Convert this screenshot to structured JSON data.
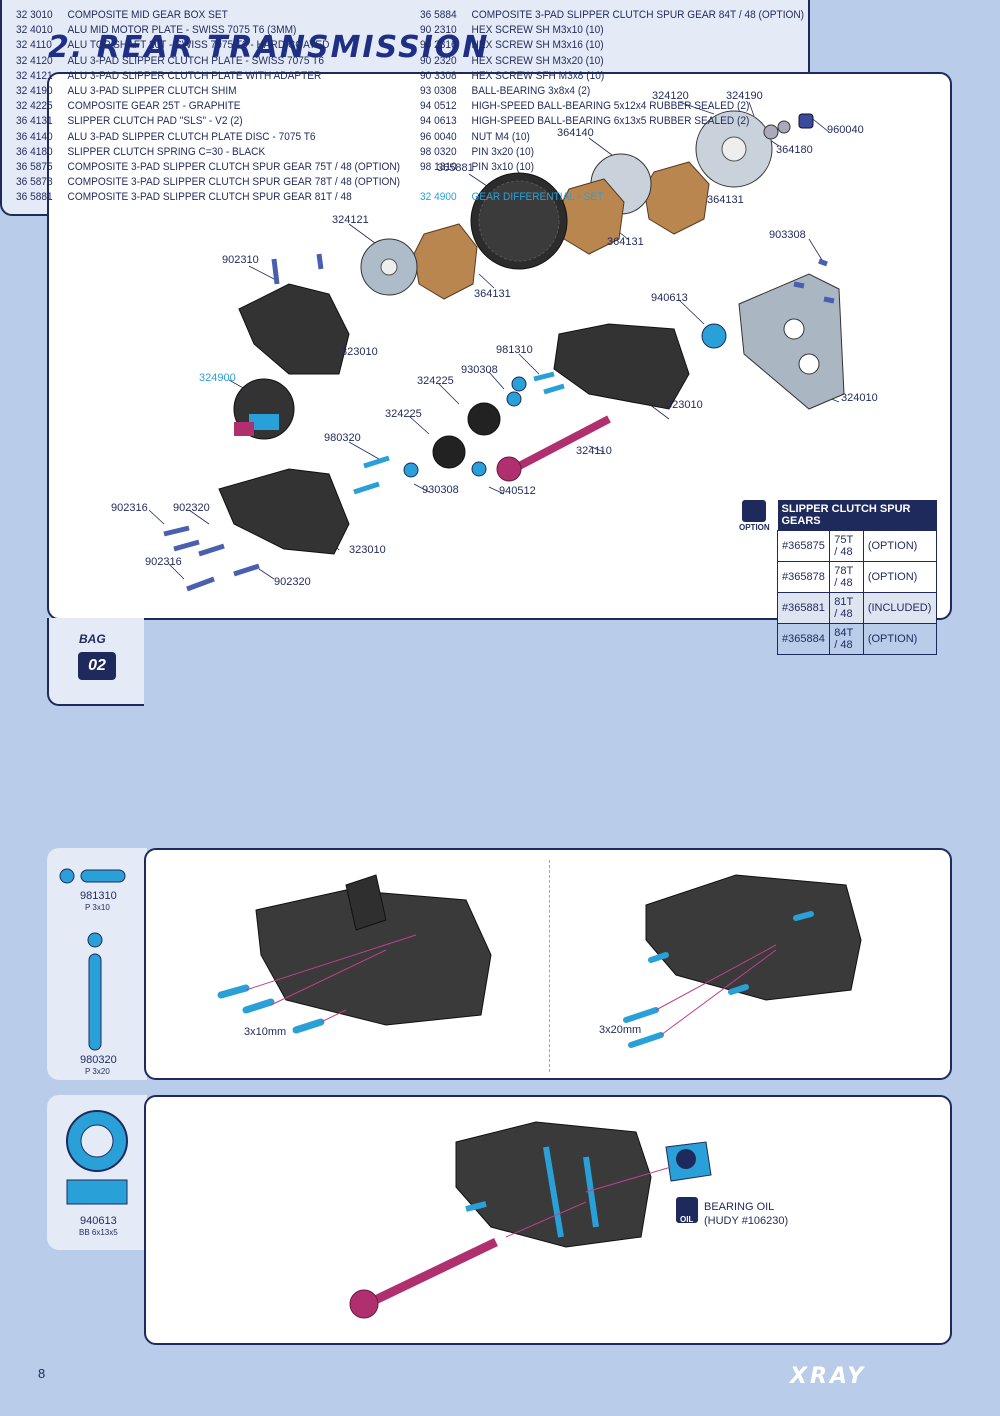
{
  "title": "2. REAR TRANSMISSION",
  "page_number": "8",
  "logo": "XRAY",
  "colors": {
    "accent": "#2aa0d8",
    "navy": "#1f2a5c",
    "background": "#b9cce9",
    "pink": "#b0306f",
    "bronze": "#b08050"
  },
  "diagram_labels": [
    "324120",
    "324190",
    "960040",
    "364180",
    "364140",
    "365881",
    "364131",
    "364131",
    "364131",
    "324121",
    "902310",
    "323010",
    "903308",
    "940613",
    "981310",
    "930308",
    "324225",
    "324900",
    "323010",
    "324010",
    "324225",
    "980320",
    "324110",
    "930308",
    "940512",
    "902316",
    "902320",
    "323010",
    "902316",
    "902320"
  ],
  "spur_table": {
    "header": "SLIPPER CLUTCH SPUR GEARS",
    "option_label": "OPTION",
    "rows": [
      {
        "code": "#365875",
        "teeth": "75T / 48",
        "status": "(OPTION)"
      },
      {
        "code": "#365878",
        "teeth": "78T / 48",
        "status": "(OPTION)"
      },
      {
        "code": "#365881",
        "teeth": "81T / 48",
        "status": "(INCLUDED)"
      },
      {
        "code": "#365884",
        "teeth": "84T / 48",
        "status": "(OPTION)"
      }
    ]
  },
  "bag": {
    "label": "BAG",
    "number": "02"
  },
  "parts_left": [
    {
      "code": "32 3010",
      "desc": "COMPOSITE MID GEAR BOX SET"
    },
    {
      "code": "32 4010",
      "desc": "ALU MID MOTOR PLATE - SWISS 7075 T6 (3MM)"
    },
    {
      "code": "32 4110",
      "desc": "ALU TOP SHAFT 20T - SWISS 7075 T6 - HARD COATED"
    },
    {
      "code": "32 4120",
      "desc": "ALU 3-PAD SLIPPER CLUTCH PLATE - SWISS 7075 T6"
    },
    {
      "code": "32 4121",
      "desc": "ALU 3-PAD SLIPPER CLUTCH PLATE WITH ADAPTER"
    },
    {
      "code": "32 4190",
      "desc": "ALU 3-PAD SLIPPER CLUTCH SHIM"
    },
    {
      "code": "32 4225",
      "desc": "COMPOSITE GEAR 25T - GRAPHITE"
    },
    {
      "code": "36 4131",
      "desc": "SLIPPER CLUTCH PAD \"SLS\" - V2 (2)"
    },
    {
      "code": "36 4140",
      "desc": "ALU 3-PAD SLIPPER CLUTCH PLATE DISC - 7075 T6"
    },
    {
      "code": "36 4180",
      "desc": "SLIPPER CLUTCH SPRING C=30 - BLACK"
    },
    {
      "code": "36 5875",
      "desc": "COMPOSITE 3-PAD SLIPPER CLUTCH SPUR GEAR 75T / 48 (OPTION)"
    },
    {
      "code": "36 5878",
      "desc": "COMPOSITE 3-PAD SLIPPER CLUTCH SPUR GEAR 78T / 48 (OPTION)"
    },
    {
      "code": "36 5881",
      "desc": "COMPOSITE 3-PAD SLIPPER CLUTCH SPUR GEAR 81T / 48"
    }
  ],
  "parts_right": [
    {
      "code": "36 5884",
      "desc": "COMPOSITE 3-PAD SLIPPER CLUTCH SPUR GEAR 84T / 48 (OPTION)"
    },
    {
      "code": "90 2310",
      "desc": "HEX SCREW SH M3x10  (10)"
    },
    {
      "code": "90 2316",
      "desc": "HEX SCREW SH M3x16  (10)"
    },
    {
      "code": "90 2320",
      "desc": "HEX SCREW SH M3x20  (10)"
    },
    {
      "code": "90 3308",
      "desc": "HEX SCREW SFH M3x8  (10)"
    },
    {
      "code": "93 0308",
      "desc": "BALL-BEARING 3x8x4 (2)"
    },
    {
      "code": "94 0512",
      "desc": "HIGH-SPEED BALL-BEARING 5x12x4 RUBBER SEALED  (2)"
    },
    {
      "code": "94 0613",
      "desc": "HIGH-SPEED BALL-BEARING 6x13x5 RUBBER SEALED  (2)"
    },
    {
      "code": "96 0040",
      "desc": "NUT M4  (10)"
    },
    {
      "code": "98 0320",
      "desc": "PIN 3x20  (10)"
    },
    {
      "code": "98 1310",
      "desc": "PIN 3x10  (10)"
    }
  ],
  "parts_highlight": {
    "code": "32 4900",
    "desc": "GEAR DIFFERENTIAL - SET"
  },
  "side1": {
    "part_a": {
      "code": "981310",
      "spec": "P 3x10"
    },
    "part_b": {
      "code": "980320",
      "spec": "P 3x20"
    }
  },
  "side2": {
    "code": "940613",
    "spec": "BB 6x13x5"
  },
  "step1": {
    "left_label": "3x10mm",
    "right_label": "3x20mm"
  },
  "step2": {
    "oil_line1": "BEARING OIL",
    "oil_line2": "(HUDY #106230)",
    "oil_icon": "OIL"
  }
}
